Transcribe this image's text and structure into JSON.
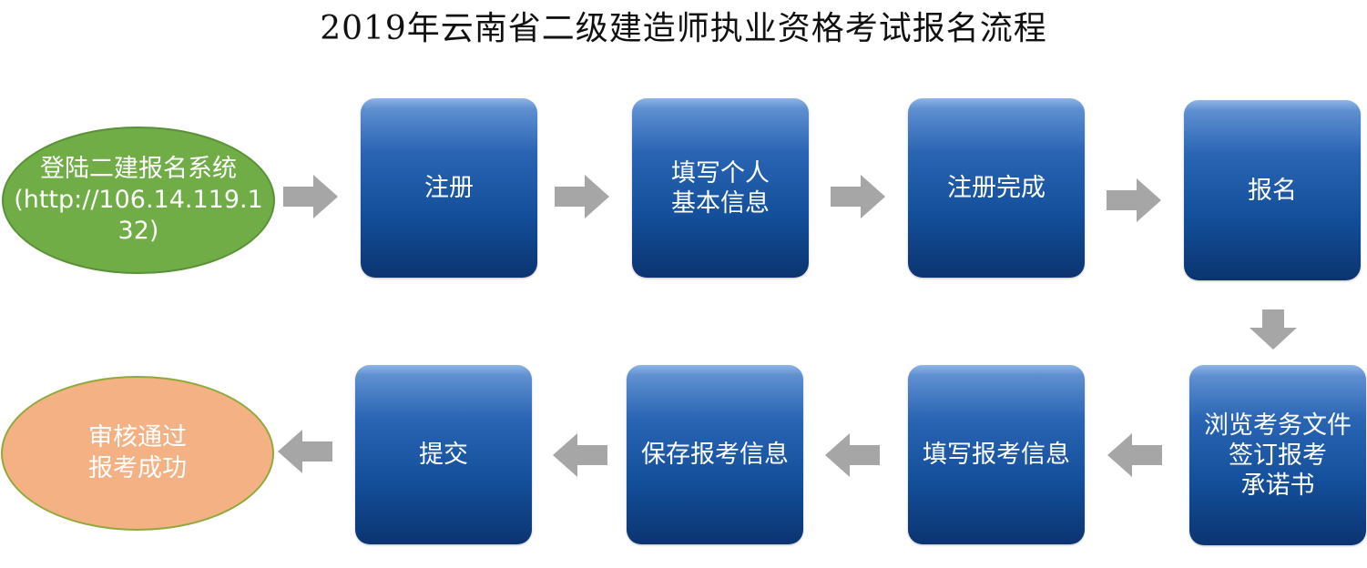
{
  "title": "2019年云南省二级建造师执业资格考试报名流程",
  "colors": {
    "box_top": "#8fb4e6",
    "box_bottom": "#0b3470",
    "start_fill": "#70ad47",
    "end_fill": "#f4b183",
    "arrow": "#a6a6a6"
  },
  "nodes": {
    "start": "登陆二建报名系统\n(http://106.14.119.1\n32)",
    "register": "注册",
    "fill_personal": "填写个人\n基本信息",
    "register_done": "注册完成",
    "apply": "报名",
    "browse_docs": "浏览考务文件\n签订报考\n承诺书",
    "fill_apply": "填写报考信息",
    "save_apply": "保存报考信息",
    "submit": "提交",
    "end": "审核通过\n报考成功"
  }
}
